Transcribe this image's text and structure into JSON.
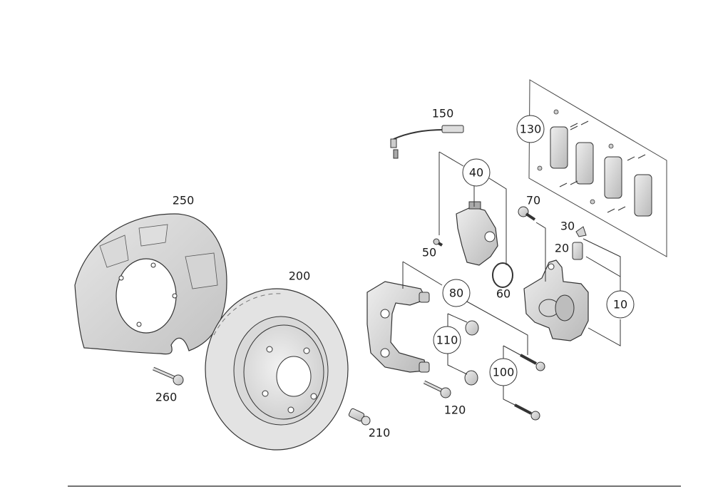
{
  "diagram": {
    "part_numbers": {
      "p10": "10",
      "p20": "20",
      "p30": "30",
      "p40": "40",
      "p50": "50",
      "p60": "60",
      "p70": "70",
      "p80": "80",
      "p100": "100",
      "p110": "110",
      "p120": "120",
      "p130": "130",
      "p150": "150",
      "p200": "200",
      "p210": "210",
      "p250": "250",
      "p260": "260"
    }
  }
}
